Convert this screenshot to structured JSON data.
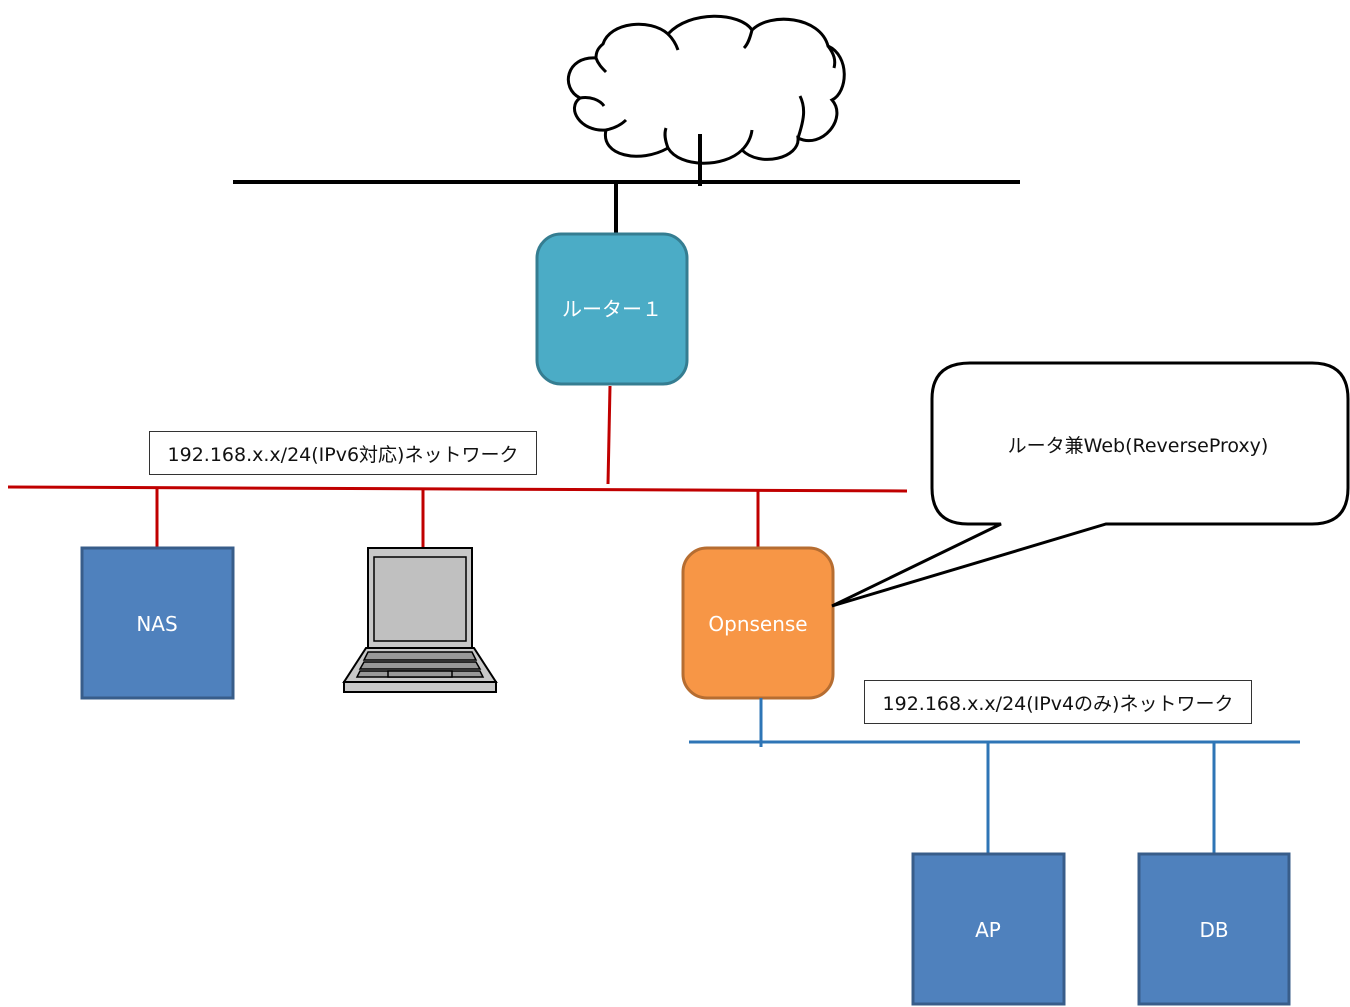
{
  "nodes": {
    "internet": {
      "icon": "cloud-icon"
    },
    "router1": {
      "label": "ルーター１",
      "fill": "#4BACC6",
      "stroke": "#357D91"
    },
    "nas": {
      "label": "NAS",
      "fill": "#4F81BD",
      "stroke": "#385D8A"
    },
    "laptop": {
      "icon": "laptop-icon"
    },
    "opnsense": {
      "label": "Opnsense",
      "fill": "#F79646",
      "stroke": "#B66D31"
    },
    "ap": {
      "label": "AP",
      "fill": "#4F81BD",
      "stroke": "#385D8A"
    },
    "db": {
      "label": "DB",
      "fill": "#4F81BD",
      "stroke": "#385D8A"
    }
  },
  "networks": {
    "wan": {
      "color": "#000000"
    },
    "ipv6_lan": {
      "label": "192.168.x.x/24(IPv6対応)ネットワーク",
      "color": "#C00000"
    },
    "ipv4_lan": {
      "label": "192.168.x.x/24(IPv4のみ)ネットワーク",
      "color": "#2E75B6"
    }
  },
  "callout": {
    "text": "ルータ兼Web(ReverseProxy)"
  }
}
